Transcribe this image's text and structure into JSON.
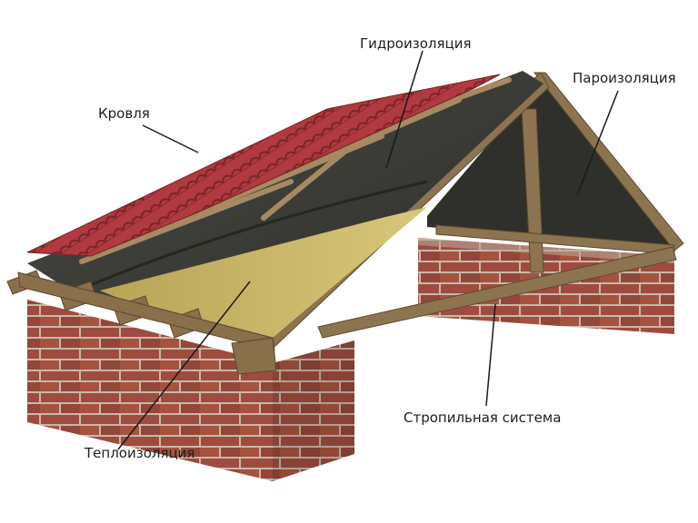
{
  "labels": {
    "roofing": "Кровля",
    "waterproofing": "Гидроизоляция",
    "vapor_barrier": "Пароизоляция",
    "thermal_insulation": "Теплоизоляция",
    "rafter_system": "Стропильная система"
  },
  "colors": {
    "roof_tile": "#a8323a",
    "wood": "#8f7450",
    "brick": "#9b4b3e",
    "membrane": "#3a3b36",
    "insulation": "#c9b55a"
  }
}
